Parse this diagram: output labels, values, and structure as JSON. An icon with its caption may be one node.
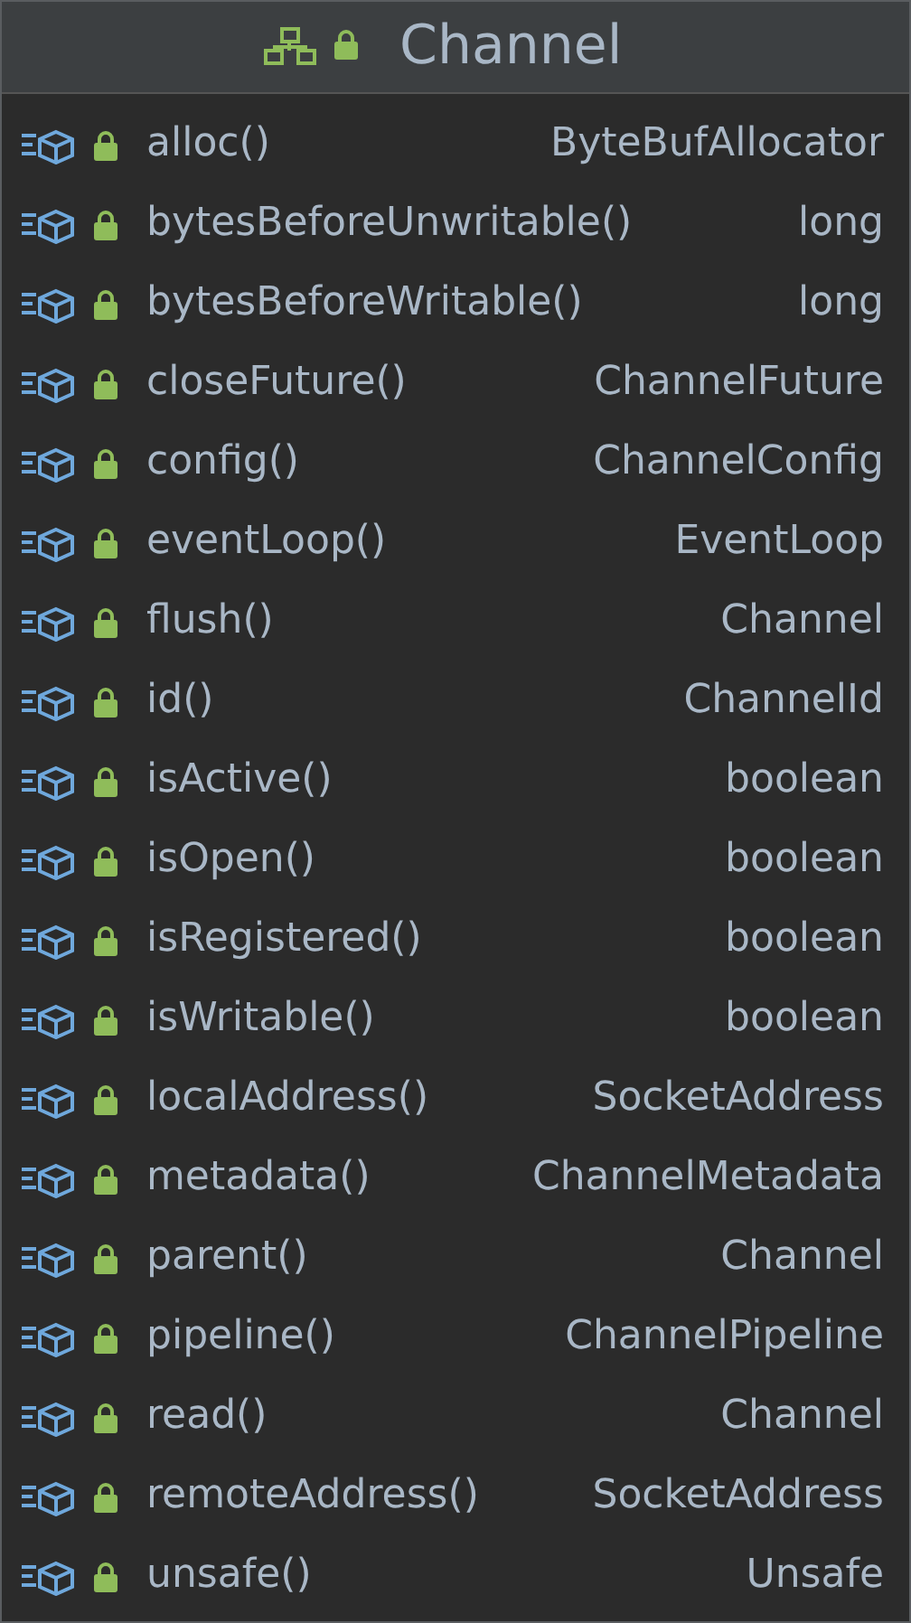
{
  "diagram": {
    "nodes": [
      {
        "text": [
          "Channel"
        ]
      }
    ],
    "labels": [
      "alloc()",
      "ByteBufAllocator",
      "bytesBeforeUnwritable()",
      "long",
      "bytesBeforeWritable()",
      "long",
      "closeFuture()",
      "ChannelFuture",
      "config()",
      "ChannelConfig",
      "eventLoop()",
      "EventLoop",
      "flush()",
      "Channel",
      "id()",
      "ChannelId",
      "isActive()",
      "boolean",
      "isOpen()",
      "boolean",
      "isRegistered()",
      "boolean",
      "isWritable()",
      "boolean",
      "localAddress()",
      "SocketAddress",
      "metadata()",
      "ChannelMetadata",
      "parent()",
      "Channel",
      "pipeline()",
      "ChannelPipeline",
      "read()",
      "Channel",
      "remoteAddress()",
      "SocketAddress",
      "unsafe()",
      "Unsafe"
    ]
  }
}
